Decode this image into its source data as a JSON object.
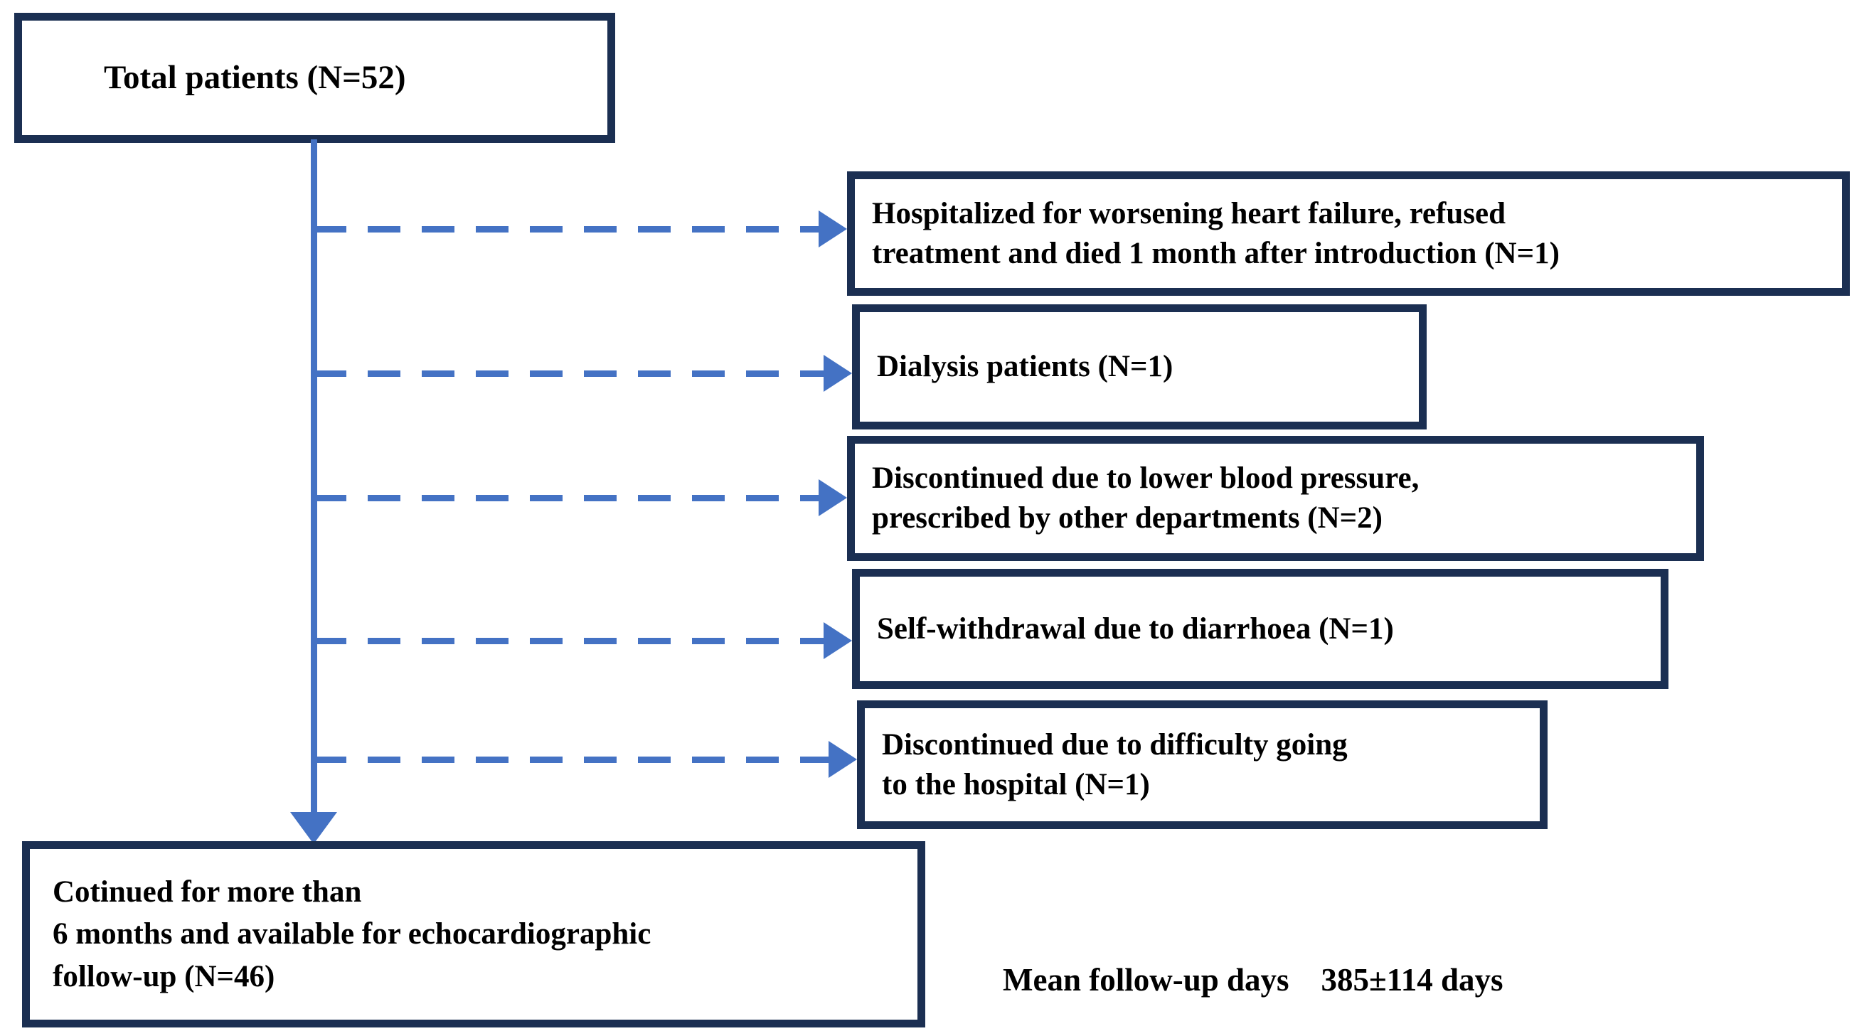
{
  "diagram": {
    "type": "patient-flow-consort",
    "colors": {
      "box_border": "#1B2F52",
      "connector": "#4472C4",
      "text": "#000000",
      "background": "#FFFFFF"
    },
    "top_box": {
      "label": "Total patients (N=52)",
      "n": 52
    },
    "exclusions": [
      {
        "label": "Hospitalized for worsening heart failure, refused\ntreatment and died  1 month after introduction (N=1)",
        "n": 1
      },
      {
        "label": "Dialysis patients (N=1)",
        "n": 1
      },
      {
        "label": "Discontinued due to lower blood pressure,\nprescribed by other departments  (N=2)",
        "n": 2
      },
      {
        "label": "Self-withdrawal due to  diarrhoea (N=1)",
        "n": 1
      },
      {
        "label": "Discontinued due to  difficulty going\nto the hospital (N=1)",
        "n": 1
      }
    ],
    "bottom_box": {
      "label": "Cotinued for more than\n6 months and available for echocardiographic\nfollow-up (N=46)",
      "n": 46
    },
    "footer": {
      "mean_followup": "Mean follow-up days    385±114 days",
      "mean_days": 385,
      "sd_days": 114
    }
  }
}
